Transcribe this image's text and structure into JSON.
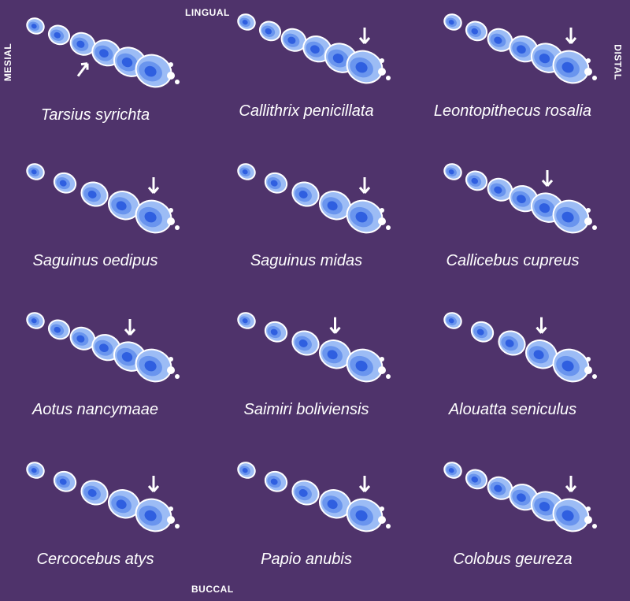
{
  "orientation": {
    "top": "LINGUAL",
    "bottom": "BUCCAL",
    "left": "MESIAL",
    "right": "DISTAL"
  },
  "colors": {
    "background": "#4f336b",
    "enamel_light": "#9cbcf5",
    "enamel_mid": "#6a95ee",
    "enamel_dark": "#2f5fe0",
    "edge": "#ffffff"
  },
  "panels": [
    {
      "species": "Tarsius syrichta",
      "teeth": 6,
      "arrow_tooth": 2,
      "arrow": "up"
    },
    {
      "species": "Callithrix penicillata",
      "teeth": 6,
      "arrow_tooth": 5,
      "arrow": "down"
    },
    {
      "species": "Leontopithecus rosalia",
      "teeth": 6,
      "arrow_tooth": 5,
      "arrow": "down"
    },
    {
      "species": "Saguinus oedipus",
      "teeth": 5,
      "arrow_tooth": 4,
      "arrow": "down"
    },
    {
      "species": "Saguinus midas",
      "teeth": 5,
      "arrow_tooth": 4,
      "arrow": "down"
    },
    {
      "species": "Callicebus cupreus",
      "teeth": 6,
      "arrow_tooth": 4,
      "arrow": "down"
    },
    {
      "species": "Aotus nancymaae",
      "teeth": 6,
      "arrow_tooth": 4,
      "arrow": "down"
    },
    {
      "species": "Saimiri boliviensis",
      "teeth": 5,
      "arrow_tooth": 3,
      "arrow": "down"
    },
    {
      "species": "Alouatta seniculus",
      "teeth": 5,
      "arrow_tooth": 3,
      "arrow": "down"
    },
    {
      "species": "Cercocebus atys",
      "teeth": 5,
      "arrow_tooth": 4,
      "arrow": "down"
    },
    {
      "species": "Papio anubis",
      "teeth": 5,
      "arrow_tooth": 4,
      "arrow": "down"
    },
    {
      "species": "Colobus geureza",
      "teeth": 6,
      "arrow_tooth": 5,
      "arrow": "down"
    }
  ]
}
